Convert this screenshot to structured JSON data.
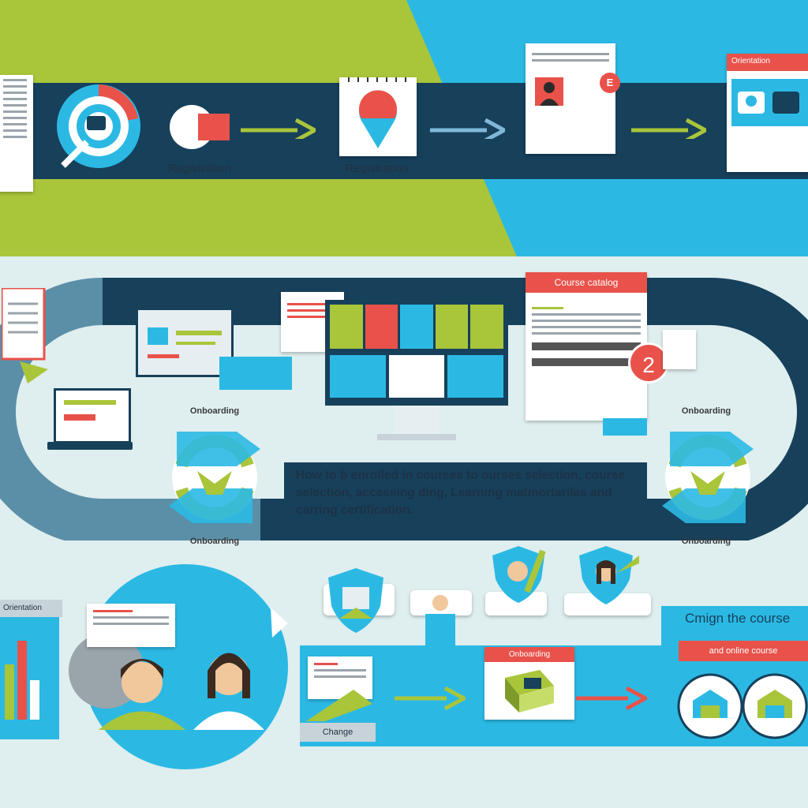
{
  "top_row": {
    "step1_label": "Registration",
    "step2_label": "Registration",
    "step4_header": "Orientation"
  },
  "middle": {
    "course_card_header": "Course catalog",
    "badge_number": "2",
    "description": "How to b enrolled in courses to ourses selection, course selection, accessing ding, Learning matmortarilas and carring certification.",
    "left_circle_top": "Onboarding",
    "left_circle_bottom": "Onboarding",
    "right_circle_top": "Onboarding",
    "right_circle_bottom": "Onboarding"
  },
  "bottom": {
    "left_tab": "Orientation",
    "card_caption": "Orientation",
    "middle_card_header": "Onboarding",
    "small_button": "Change",
    "right_title": "Cmign the course",
    "right_red_label": "and online course"
  },
  "colors": {
    "green": "#a9c53a",
    "blue": "#2bb9e4",
    "navy": "#17405b",
    "red": "#e8524a"
  }
}
